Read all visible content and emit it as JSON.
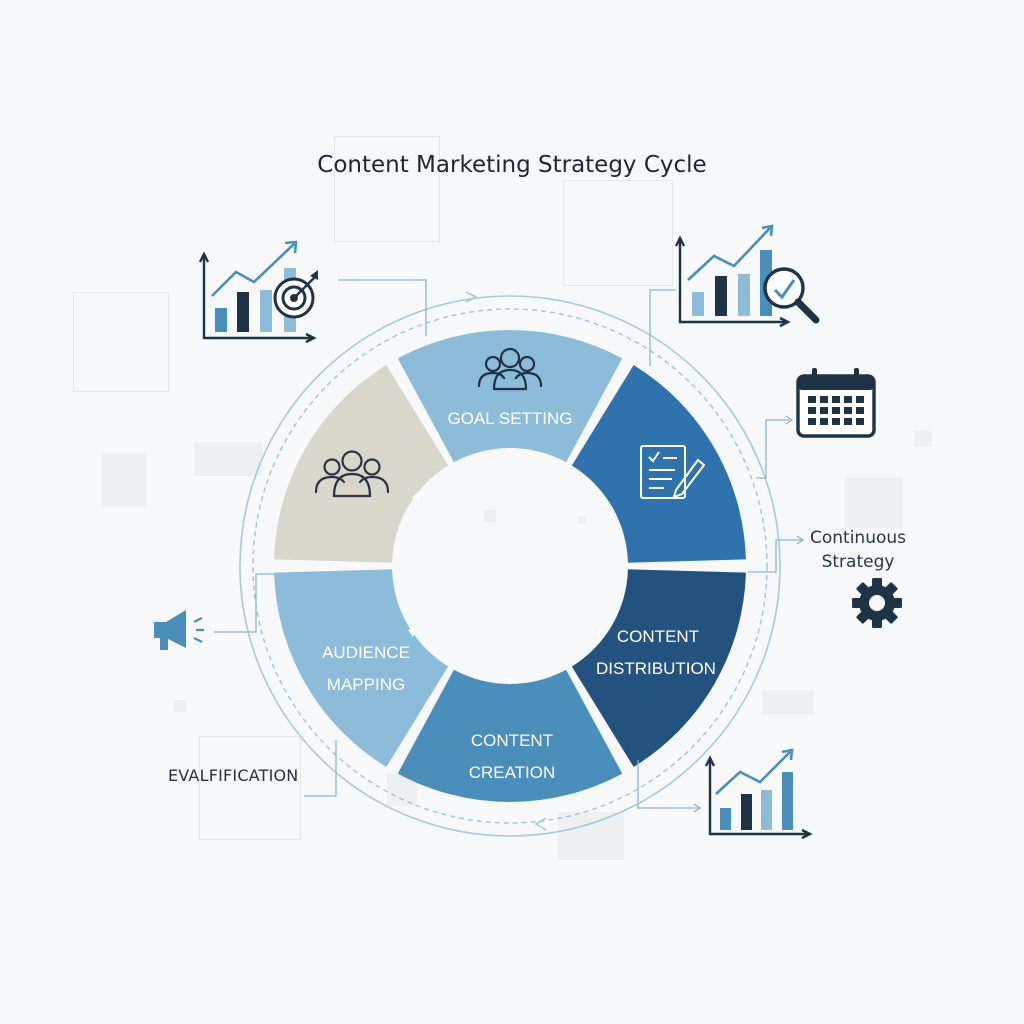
{
  "title": "Content Marketing Strategy Cycle",
  "segments": [
    {
      "label_lines": [
        "GOAL SETTING"
      ],
      "color": "#8dbcd8",
      "icon": "team-icon"
    },
    {
      "label_lines": [],
      "color": "#2f72ad",
      "icon": "document-edit-icon"
    },
    {
      "label_lines": [
        "CONTENT",
        "DISTRIBUTION"
      ],
      "color": "#24527f",
      "icon": ""
    },
    {
      "label_lines": [
        "CONTENT",
        "CREATION"
      ],
      "color": "#4a8ebc",
      "icon": ""
    },
    {
      "label_lines": [
        "AUDIENCE",
        "MAPPING"
      ],
      "color": "#8cbcd9",
      "icon": ""
    },
    {
      "label_lines": [],
      "color": "#d9d6cc",
      "icon": "team-icon"
    }
  ],
  "side_labels": {
    "continuous_line1": "Continuous",
    "continuous_line2": "Strategy",
    "evalfication": "EVALFIFICATION"
  },
  "icons": {
    "top_left": "chart-target-icon",
    "top_right": "chart-magnifier-icon",
    "right": "calendar-icon",
    "right_lower": "gear-icon",
    "left": "megaphone-icon",
    "bottom_right": "bar-chart-icon"
  },
  "colors": {
    "navy": "#1f3347",
    "light_blue": "#8dbcd8",
    "mid_blue": "#4a8ebc",
    "ring": "#a8c9dc"
  }
}
